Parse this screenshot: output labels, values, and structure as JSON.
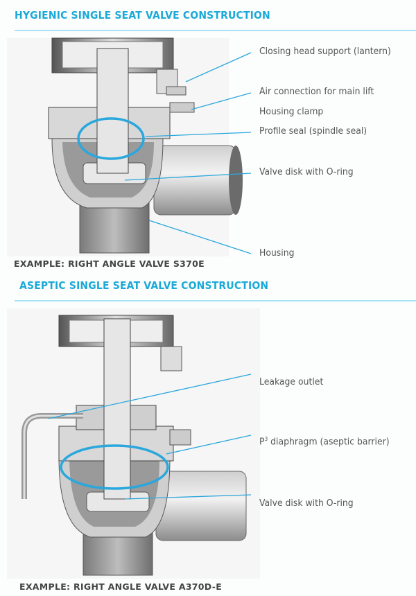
{
  "sections": [
    {
      "heading": "HYGIENIC SINGLE SEAT VALVE CONSTRUCTION",
      "caption": "EXAMPLE: RIGHT ANGLE VALVE S370E",
      "labels": [
        "Closing head support (lantern)",
        "Air connection for main lift",
        "Housing  clamp",
        "Profile seal (spindle seal)",
        "Valve disk with O-ring",
        "Housing"
      ]
    },
    {
      "heading": "ASEPTIC SINGLE SEAT VALVE CONSTRUCTION",
      "caption": "EXAMPLE: RIGHT ANGLE VALVE A370D-E",
      "labels": [
        "Leakage outlet",
        "P",
        "3",
        " diaphragm (aseptic barrier)",
        "Valve disk with O-ring"
      ]
    }
  ],
  "colors": {
    "accent": "#1aa9d8",
    "rule": "#a6e2f3",
    "leader": "#2aa7dc",
    "text": "#555555"
  }
}
